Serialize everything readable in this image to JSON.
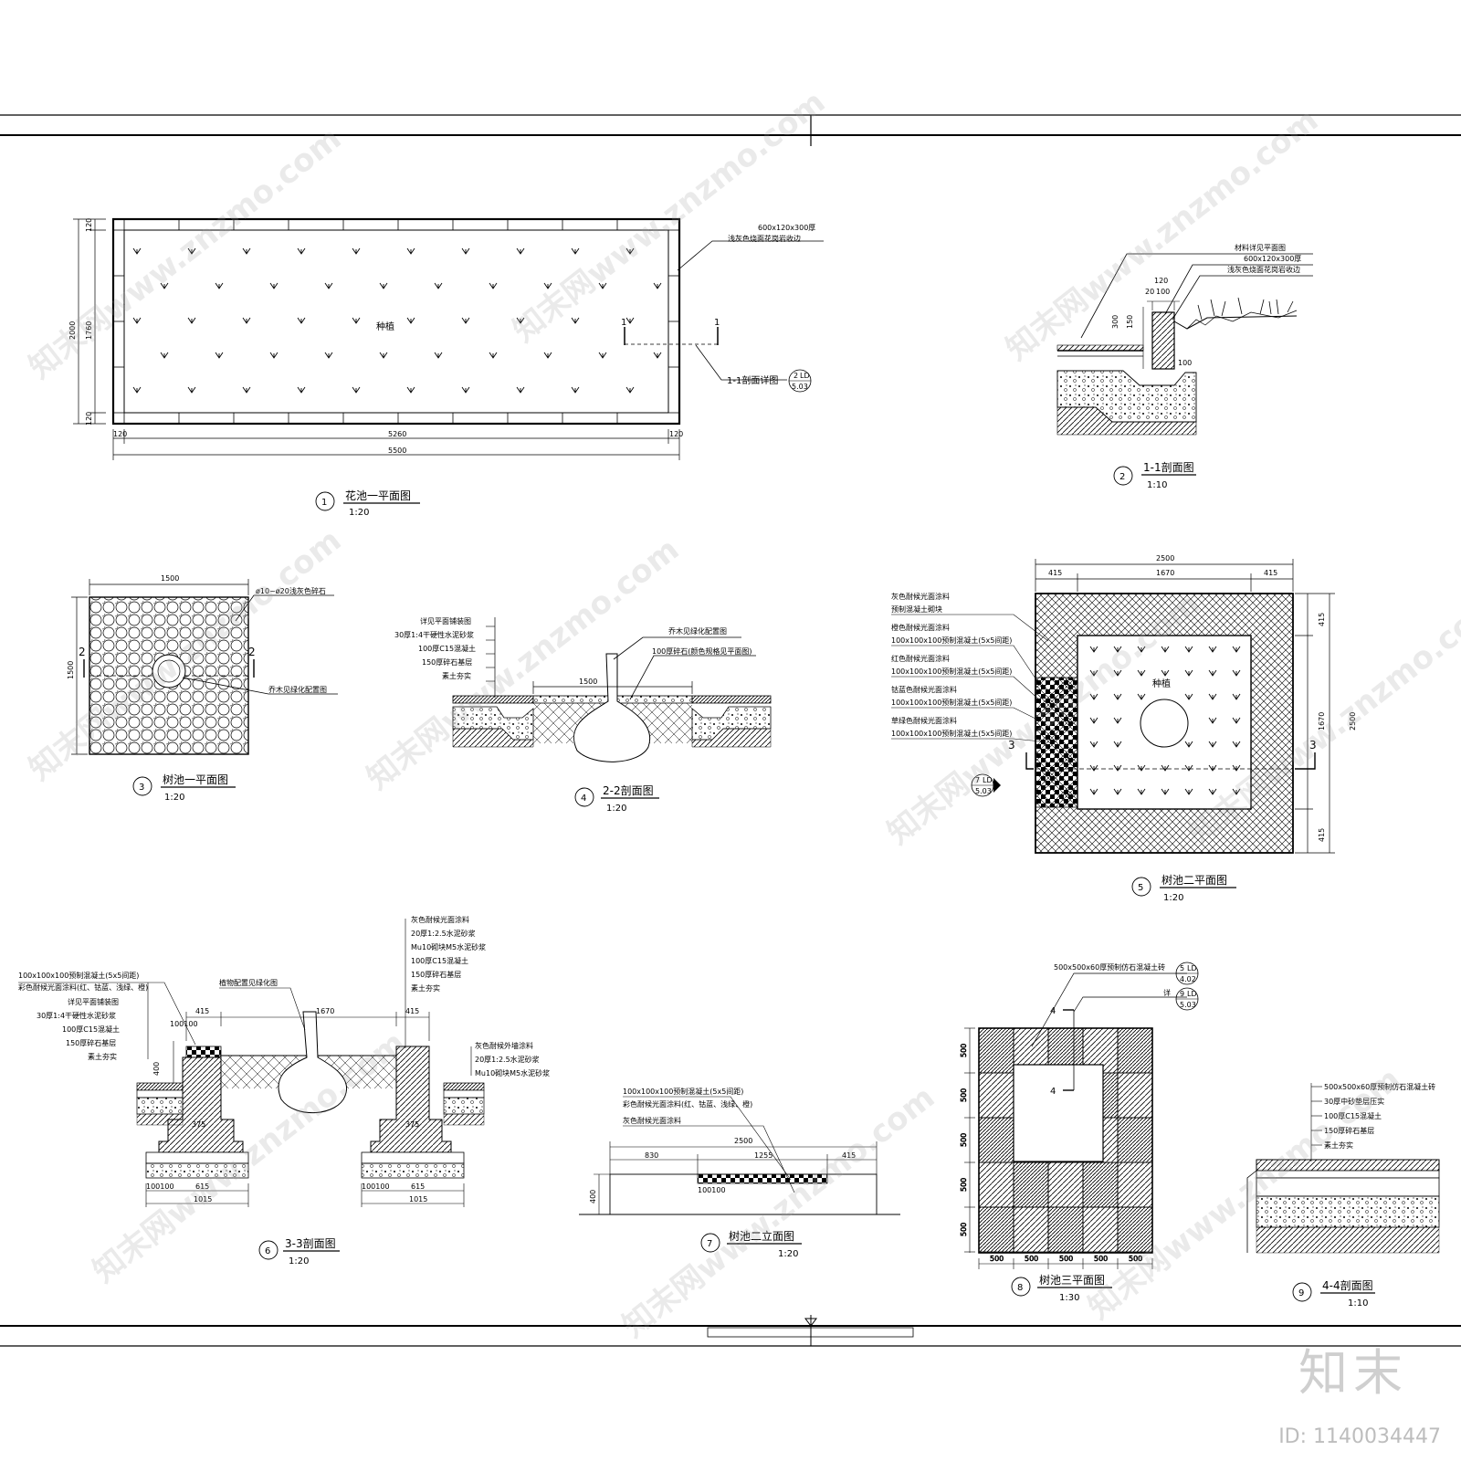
{
  "watermark": {
    "text": "知末网www.znzmo.com",
    "brand": "知末",
    "id_label": "ID: 1140034447"
  },
  "d1": {
    "num": "1",
    "title": "花池一平面图",
    "scale": "1:20",
    "center_label": "种植",
    "note1": "600x120x300厚",
    "note2": "浅灰色烧面花岗岩收边",
    "cut": "1",
    "cut_note": "1-1剖面详图",
    "ref_top": "2",
    "ref_sub": "LD",
    "ref_bot": "5.03",
    "dim_total": "5500",
    "dim_inner": "5260",
    "dim_edge": "120",
    "dim_h_total": "2000",
    "dim_h_inner": "1760"
  },
  "d2": {
    "num": "2",
    "title": "1-1剖面图",
    "scale": "1:10",
    "note1": "材料详见平面图",
    "note2": "600x120x300厚",
    "note3": "浅灰色烧面花岗岩收边",
    "dim1": "120",
    "dim2": "20",
    "dim3": "100",
    "dim4": "300",
    "dim5": "150",
    "dim6": "100"
  },
  "d3": {
    "num": "3",
    "title": "树池一平面图",
    "scale": "1:20",
    "note1": "ø10~ø20浅灰色碎石",
    "note2": "乔木见绿化配置图",
    "dim_w": "1500",
    "dim_h": "1500",
    "cut": "2"
  },
  "d4": {
    "num": "4",
    "title": "2-2剖面图",
    "scale": "1:20",
    "layers": [
      "详见平面铺装图",
      "30厚1:4干硬性水泥砂浆",
      "100厚C15混凝土",
      "150厚碎石基层",
      "素土夯实"
    ],
    "note1": "乔木见绿化配置图",
    "note2": "100厚碎石(颜色规格见平面图)",
    "dim": "1500"
  },
  "d5": {
    "num": "5",
    "title": "树池二平面图",
    "scale": "1:20",
    "center_label": "种植",
    "notes": [
      "灰色耐候光面涂料",
      "预制混凝土砌块",
      "橙色耐候光面涂料",
      "100x100x100预制混凝土(5x5间距)",
      "红色耐候光面涂料",
      "100x100x100预制混凝土(5x5间距)",
      "钴蓝色耐候光面涂料",
      "100x100x100预制混凝土(5x5间距)",
      "草绿色耐候光面涂料",
      "100x100x100预制混凝土(5x5间距)"
    ],
    "dim_total": "2500",
    "dim_inner": "1670",
    "dim_edge": "415",
    "cut": "3",
    "ref_top": "7",
    "ref_sub": "LD",
    "ref_bot": "5.03"
  },
  "d6": {
    "num": "6",
    "title": "3-3剖面图",
    "scale": "1:20",
    "left_notes": [
      "100x100x100预制混凝土(5x5间距)",
      "彩色耐候光面涂料(红、钴蓝、浅绿、橙)",
      "详见平面铺装图",
      "30厚1:4干硬性水泥砂浆",
      "100厚C15混凝土",
      "150厚碎石基层",
      "素土夯实"
    ],
    "top_notes": [
      "灰色耐候光面涂料",
      "20厚1:2.5水泥砂浆",
      "Mu10砌块M5水泥砂浆",
      "100厚C15混凝土",
      "150厚碎石基层",
      "素土夯实"
    ],
    "right_notes": [
      "灰色耐候外墙涂料",
      "20厚1:2.5水泥砂浆",
      "Mu10砌块M5水泥砂浆"
    ],
    "plant_note": "植物配置见绿化图",
    "dim_mid": "1670",
    "dim_edge": "415",
    "dim_base": "1015",
    "dim_base_in": "615",
    "dim_small": "100100",
    "dim_wall": "375",
    "dim_h": "400"
  },
  "d7": {
    "num": "7",
    "title": "树池二立面图",
    "scale": "1:20",
    "notes": [
      "100x100x100预制混凝土(5x5间距)",
      "彩色耐候光面涂料(红、钴蓝、浅绿、橙)",
      "灰色耐候光面涂料"
    ],
    "dim_total": "2500",
    "dim_a": "830",
    "dim_b": "1255",
    "dim_c": "415",
    "dim_h": "400",
    "dim_small": "100100"
  },
  "d8": {
    "num": "8",
    "title": "树池三平面图",
    "scale": "1:30",
    "note1": "500x500x60厚预制仿石混凝土砖",
    "note2": "详",
    "ref1_top": "5",
    "ref1_sub": "LD",
    "ref1_bot": "4.02",
    "ref2_top": "9",
    "ref2_sub": "LD",
    "ref2_bot": "5.03",
    "dim": "500",
    "cut": "4"
  },
  "d9": {
    "num": "9",
    "title": "4-4剖面图",
    "scale": "1:10",
    "layers": [
      "500x500x60厚预制仿石混凝土砖",
      "30厚中砂垫层压实",
      "100厚C15混凝土",
      "150厚碎石基层",
      "素土夯实"
    ]
  }
}
